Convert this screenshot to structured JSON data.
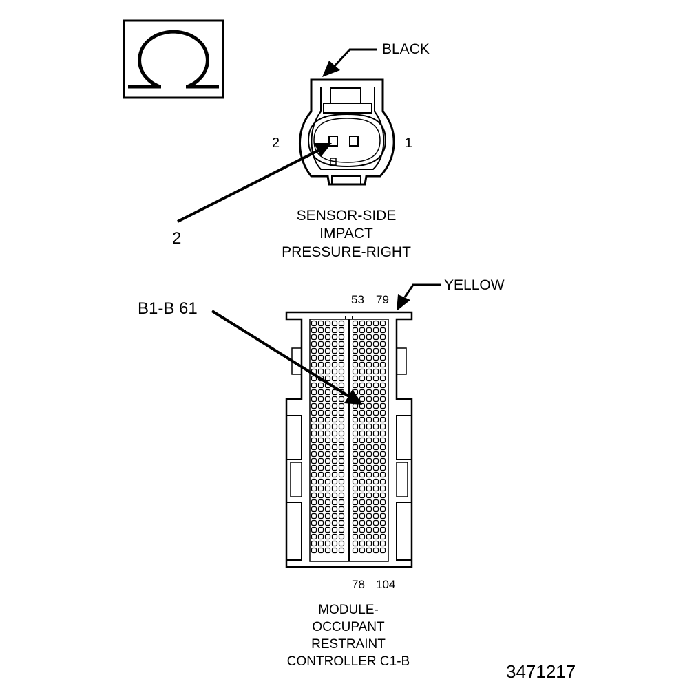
{
  "ohmmeter_icon": "ohm-symbol-icon",
  "sensor_connector": {
    "wire_color": "BLACK",
    "pin_left": "2",
    "pin_right": "1",
    "callout_pin": "2",
    "title_lines": [
      "SENSOR-SIDE",
      "IMPACT",
      "PRESSURE-RIGHT"
    ]
  },
  "module_connector": {
    "wire_color": "YELLOW",
    "callout_pin": "B1-B 61",
    "top_pin_labels": [
      "53",
      "79"
    ],
    "bottom_pin_labels": [
      "78",
      "104"
    ],
    "title_lines": [
      "MODULE-",
      "OCCUPANT",
      "RESTRAINT",
      "CONTROLLER C1-B"
    ]
  },
  "figure_number": "3471217"
}
